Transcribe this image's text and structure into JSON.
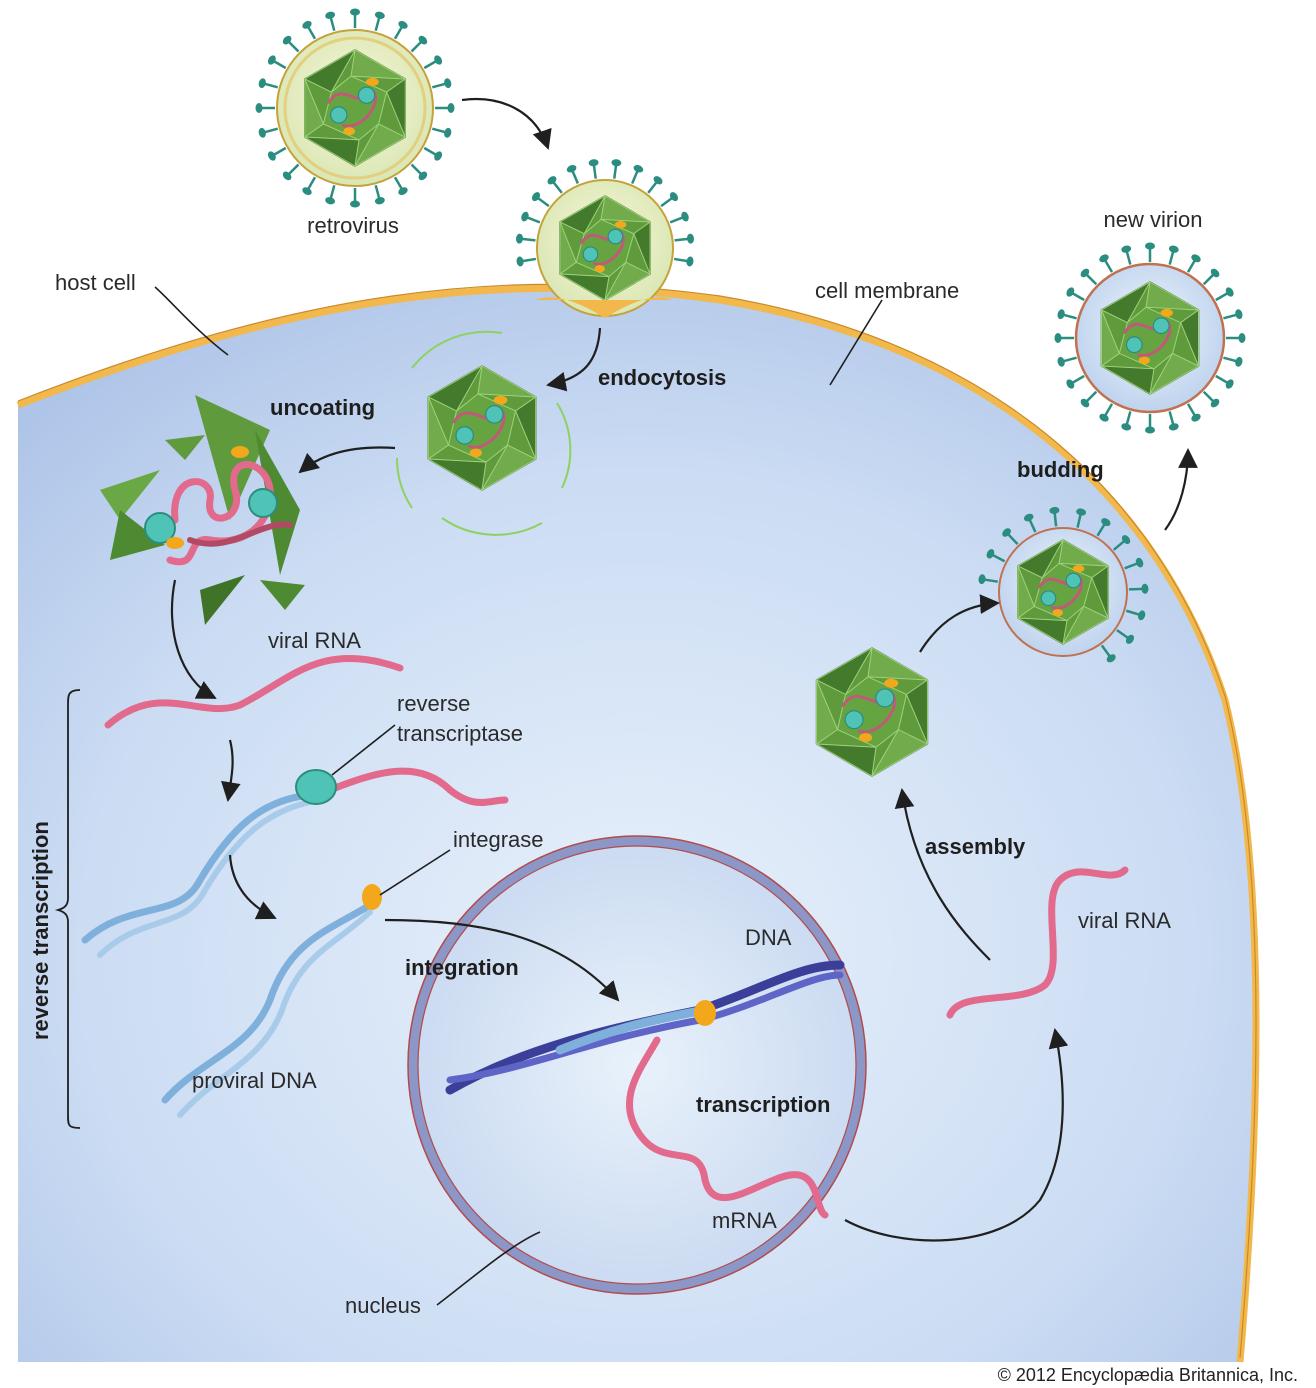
{
  "labels": {
    "retrovirus": "retrovirus",
    "host_cell": "host cell",
    "cell_membrane": "cell membrane",
    "new_virion": "new virion",
    "viral_rna_1": "viral RNA",
    "reverse_transcriptase_1": "reverse",
    "reverse_transcriptase_2": "transcriptase",
    "integrase": "integrase",
    "dna": "DNA",
    "proviral_dna": "proviral DNA",
    "mrna": "mRNA",
    "nucleus": "nucleus",
    "viral_rna_2": "viral RNA"
  },
  "steps": {
    "endocytosis": "endocytosis",
    "uncoating": "uncoating",
    "budding": "budding",
    "assembly": "assembly",
    "integration": "integration",
    "transcription": "transcription",
    "reverse_transcription": "reverse transcription"
  },
  "copyright": "© 2012 Encyclopædia Britannica, Inc.",
  "colors": {
    "cell_fill": "#c7d8f2",
    "membrane": "#f2b84b",
    "capsid": "#5f9a3c",
    "capsid_dark": "#3f7428",
    "spike": "#2b8d80",
    "rna": "#e26a8c",
    "dna_light": "#7fb0dc",
    "dna_dark": "#3b3f9a",
    "enzyme": "#4fc3b6",
    "integrase": "#f3a81c"
  }
}
